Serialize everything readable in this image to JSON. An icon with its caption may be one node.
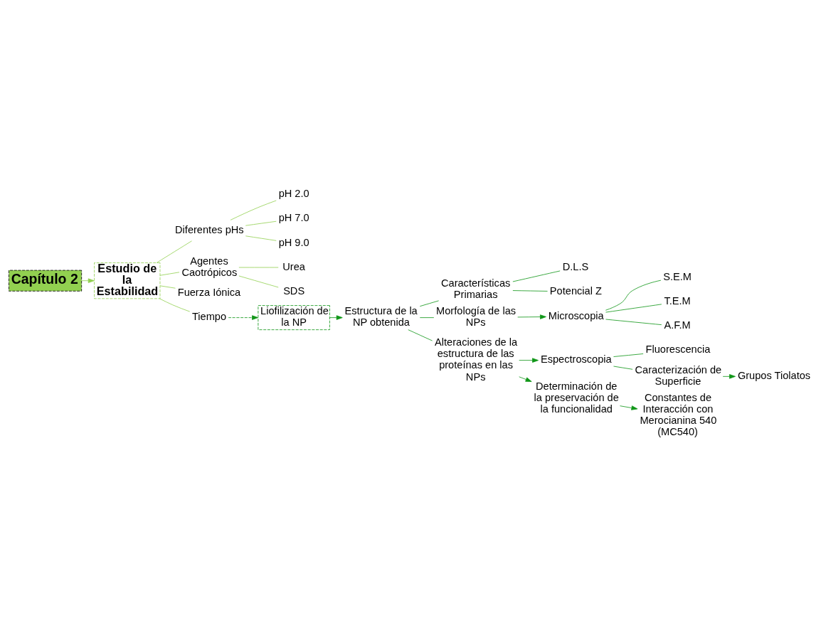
{
  "diagram": {
    "nodes": [
      {
        "text": [
          "Capítulo 2"
        ]
      },
      {
        "text": [
          "Estudio de la Estabilidad"
        ]
      },
      {
        "text": [
          "Diferentes pHs"
        ]
      },
      {
        "text": [
          "pH 2.0"
        ]
      },
      {
        "text": [
          "pH 7.0"
        ]
      },
      {
        "text": [
          "pH 9.0"
        ]
      },
      {
        "text": [
          "Agentes Caotrópicos"
        ]
      },
      {
        "text": [
          "Urea"
        ]
      },
      {
        "text": [
          "SDS"
        ]
      },
      {
        "text": [
          "Fuerza Iónica"
        ]
      },
      {
        "text": [
          "Tiempo"
        ]
      },
      {
        "text": [
          "Liofilización de la NP"
        ]
      },
      {
        "text": [
          "Estructura de la NP obtenida"
        ]
      },
      {
        "text": [
          "Características Primarias"
        ]
      },
      {
        "text": [
          "D.L.S"
        ]
      },
      {
        "text": [
          "Potencial Z"
        ]
      },
      {
        "text": [
          "Morfología de las NPs"
        ]
      },
      {
        "text": [
          "Microscopia"
        ]
      },
      {
        "text": [
          "S.E.M"
        ]
      },
      {
        "text": [
          "T.E.M"
        ]
      },
      {
        "text": [
          "A.F.M"
        ]
      },
      {
        "text": [
          "Alteraciones de la estructura de las proteínas en las NPs"
        ]
      },
      {
        "text": [
          "Espectroscopia"
        ]
      },
      {
        "text": [
          "Fluorescencia"
        ]
      },
      {
        "text": [
          "Caracterización de Superficie"
        ]
      },
      {
        "text": [
          "Grupos Tiolatos"
        ]
      },
      {
        "text": [
          "Determinación de la preservación de la funcionalidad"
        ]
      },
      {
        "text": [
          "Constantes de Interacción con Merocianina 540 (MC540)"
        ]
      }
    ],
    "edges": [
      {
        "from": 0,
        "to": 1,
        "arrow": "to",
        "color": "#92d050"
      },
      {
        "from": 1,
        "to": 2,
        "arrow": "none",
        "color": "#92d050"
      },
      {
        "from": 1,
        "to": 6,
        "arrow": "none",
        "color": "#92d050"
      },
      {
        "from": 1,
        "to": 9,
        "arrow": "none",
        "color": "#92d050"
      },
      {
        "from": 1,
        "to": 10,
        "arrow": "none",
        "color": "#92d050"
      },
      {
        "from": 2,
        "to": 3,
        "arrow": "none",
        "color": "#92d050"
      },
      {
        "from": 2,
        "to": 4,
        "arrow": "none",
        "color": "#92d050"
      },
      {
        "from": 2,
        "to": 5,
        "arrow": "none",
        "color": "#92d050"
      },
      {
        "from": 6,
        "to": 7,
        "arrow": "none",
        "color": "#92d050"
      },
      {
        "from": 6,
        "to": 8,
        "arrow": "none",
        "color": "#92d050"
      },
      {
        "from": 10,
        "to": 11,
        "arrow": "to",
        "style": "dashed"
      },
      {
        "from": 11,
        "to": 12,
        "arrow": "to"
      },
      {
        "from": 12,
        "to": 13,
        "arrow": "none"
      },
      {
        "from": 12,
        "to": 16,
        "arrow": "none"
      },
      {
        "from": 12,
        "to": 21,
        "arrow": "none"
      },
      {
        "from": 13,
        "to": 14,
        "arrow": "none"
      },
      {
        "from": 13,
        "to": 15,
        "arrow": "none"
      },
      {
        "from": 16,
        "to": 17,
        "arrow": "to"
      },
      {
        "from": 17,
        "to": 18,
        "arrow": "none"
      },
      {
        "from": 17,
        "to": 19,
        "arrow": "none"
      },
      {
        "from": 17,
        "to": 20,
        "arrow": "none"
      },
      {
        "from": 21,
        "to": 22,
        "arrow": "to"
      },
      {
        "from": 21,
        "to": 26,
        "arrow": "to"
      },
      {
        "from": 22,
        "to": 23,
        "arrow": "none"
      },
      {
        "from": 22,
        "to": 24,
        "arrow": "none"
      },
      {
        "from": 24,
        "to": 25,
        "arrow": "to"
      },
      {
        "from": 26,
        "to": 27,
        "arrow": "to"
      }
    ]
  }
}
